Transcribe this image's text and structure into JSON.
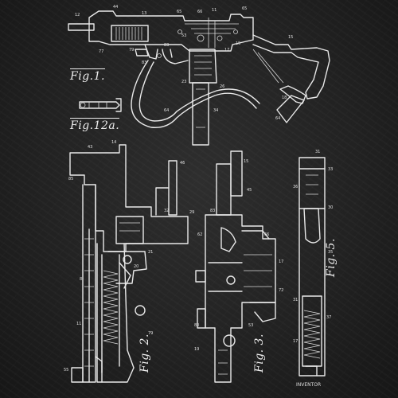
{
  "figures": {
    "fig1": "Fig.1.",
    "fig12a": "Fig.12a.",
    "fig2": "Fig. 2.",
    "fig3": "Fig. 3.",
    "fig5": "Fig. 5."
  },
  "inventor_mark": "INVENTOR",
  "colors": {
    "board": "#222222",
    "chalk": "#e9e9e9"
  }
}
